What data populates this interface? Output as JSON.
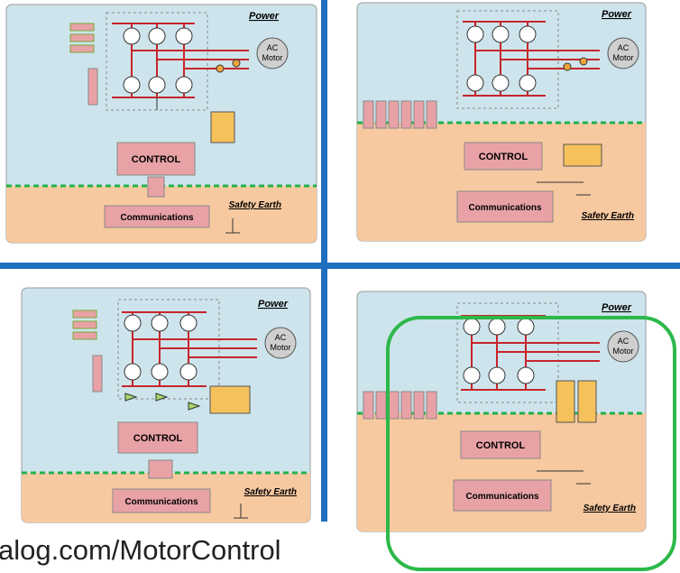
{
  "labels": {
    "power": "Power",
    "motor_line1": "AC",
    "motor_line2": "Motor",
    "control": "CONTROL",
    "communications": "Communications",
    "safety_earth": "Safety Earth"
  },
  "footer": {
    "url": "alog.com/MotorControl"
  },
  "colors": {
    "power_domain": "#cde4ec",
    "safety_domain": "#f7c9a0",
    "block_fill": "#e8a2a6",
    "bus_line": "#c7252b",
    "isolation_barrier": "#22b14c",
    "separator": "#1f6fbf",
    "highlight": "#2db84a",
    "isolator_fill": "#f5c15a"
  }
}
